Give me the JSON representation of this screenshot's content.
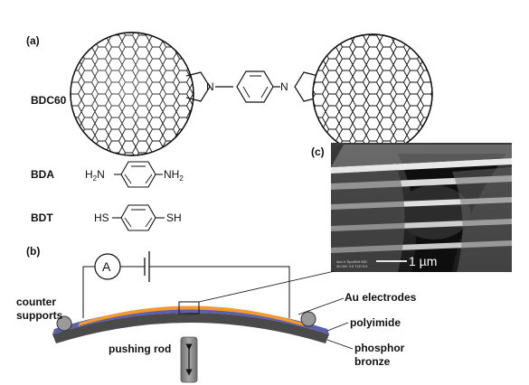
{
  "panels": {
    "a": "(a)",
    "b": "(b)",
    "c": "(c)"
  },
  "molecules": {
    "bdc60": "BDC60",
    "bda": "BDA",
    "bdt": "BDT",
    "nitrogen": "N",
    "bda_left_h": "H",
    "bda_left_sub": "2",
    "bda_left_n": "N",
    "bda_right_n": "NH",
    "bda_right_sub": "2",
    "bdt_left": "HS",
    "bdt_right": "SH"
  },
  "setup": {
    "ammeter": "A",
    "counter_supports": [
      "counter",
      "supports"
    ],
    "au_electrodes": "Au electrodes",
    "polyimide": "polyimide",
    "phosphor_bronze": [
      "phosphor",
      "bronze"
    ],
    "pushing_rod": "pushing rod"
  },
  "sem": {
    "scale_label": "1 µm",
    "info_line1": "Acc.V  SpotDet  WD",
    "info_line2": "30.0kV 3.0  TLD  5.0"
  },
  "colors": {
    "au_electrode": "#f39a2e",
    "polyimide": "#5b5fae",
    "phosphor_bronze": "#4a4a4a",
    "rod": "#8a8a8a",
    "support_ball": "#9a9a9a"
  }
}
